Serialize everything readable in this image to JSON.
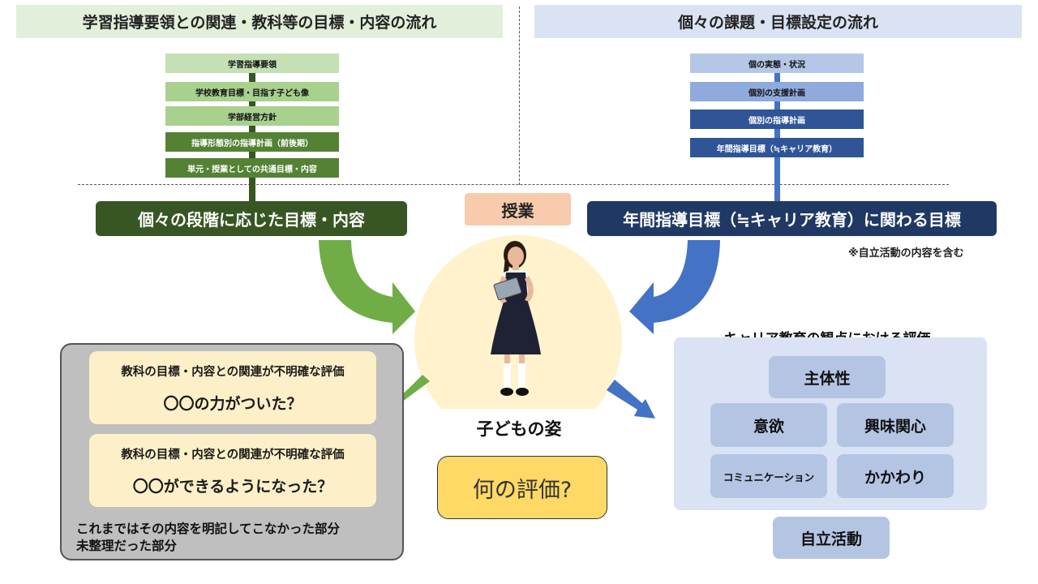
{
  "left_header": "学習指導要領との関連・教科等の目標・内容の流れ",
  "right_header": "個々の課題・目標設定の流れ",
  "left_flow": [
    "学習指導要領",
    "学校教育目標・目指す子ども像",
    "学部経営方針",
    "指導形態別の指導計画（前後期）",
    "単元・授業としての共通目標・内容"
  ],
  "right_flow": [
    "個の実態・状況",
    "個別の支援計画",
    "個別の指導計画",
    "年間指導目標（≒キャリア教育）"
  ],
  "left_goal": "個々の段階に応じた目標・内容",
  "right_goal": "年間指導目標（≒キャリア教育）に関わる目標",
  "right_note": "※自立活動の内容を含む",
  "lesson_label": "授業",
  "child_label": "子どもの姿",
  "question": "何の評価?",
  "unclear_cards": [
    {
      "line1": "教科の目標・内容との関連が不明確な評価",
      "line2": "〇〇の力がついた？"
    },
    {
      "line1": "教科の目標・内容との関連が不明確な評価",
      "line2": "〇〇ができるようになった？"
    }
  ],
  "unclear_note": [
    "これまではその内容を明記してこなかった部分",
    "未整理だった部分"
  ],
  "career_title": "キャリア教育の観点における評価",
  "career_items": [
    "主体性",
    "意欲",
    "興味関心",
    "コミュニケーション",
    "かかわり"
  ],
  "self_reliance": "自立活動",
  "colors": {
    "green_dark": "#375623",
    "green_mid": "#548235",
    "green_light": "#a9d18e",
    "green_pale": "#c5e0b4",
    "blue_dark": "#203864",
    "blue_mid": "#2f5597",
    "blue_light": "#8faadc",
    "blue_pale": "#b4c7e7",
    "arrow_green": "#70ad47",
    "arrow_blue": "#4472c4",
    "circle": "#fff2cc",
    "lesson_tag": "#f8cbad",
    "question_box": "#ffd966",
    "gray_panel": "#bfbfbf",
    "career_panel": "#dae3f3"
  }
}
